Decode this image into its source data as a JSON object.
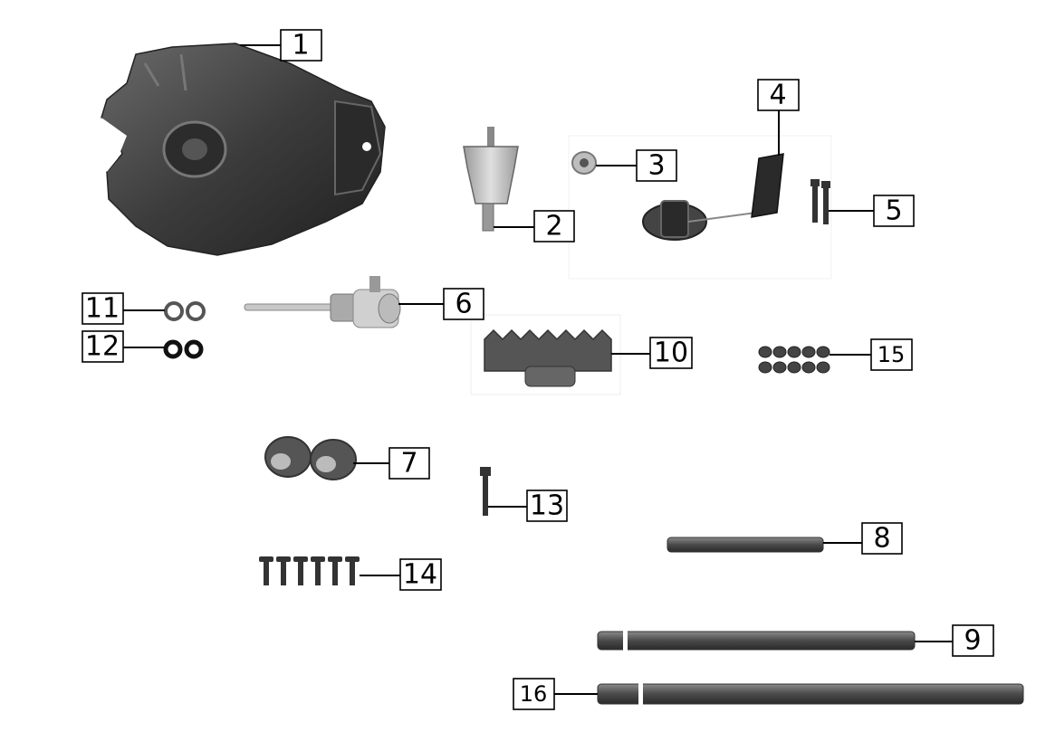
{
  "callouts": [
    {
      "id": "1",
      "label": "1"
    },
    {
      "id": "2",
      "label": "2"
    },
    {
      "id": "3",
      "label": "3"
    },
    {
      "id": "4",
      "label": "4"
    },
    {
      "id": "5",
      "label": "5"
    },
    {
      "id": "6",
      "label": "6"
    },
    {
      "id": "7",
      "label": "7"
    },
    {
      "id": "8",
      "label": "8"
    },
    {
      "id": "9",
      "label": "9"
    },
    {
      "id": "10",
      "label": "10"
    },
    {
      "id": "11",
      "label": "11"
    },
    {
      "id": "12",
      "label": "12"
    },
    {
      "id": "13",
      "label": "13"
    },
    {
      "id": "14",
      "label": "14"
    },
    {
      "id": "15",
      "label": "15"
    },
    {
      "id": "16",
      "label": "16"
    }
  ],
  "colors": {
    "part_dark": "#3a3a3a",
    "part_mid": "#5c5c5c",
    "part_light": "#bdbdbd",
    "line": "#000000"
  }
}
